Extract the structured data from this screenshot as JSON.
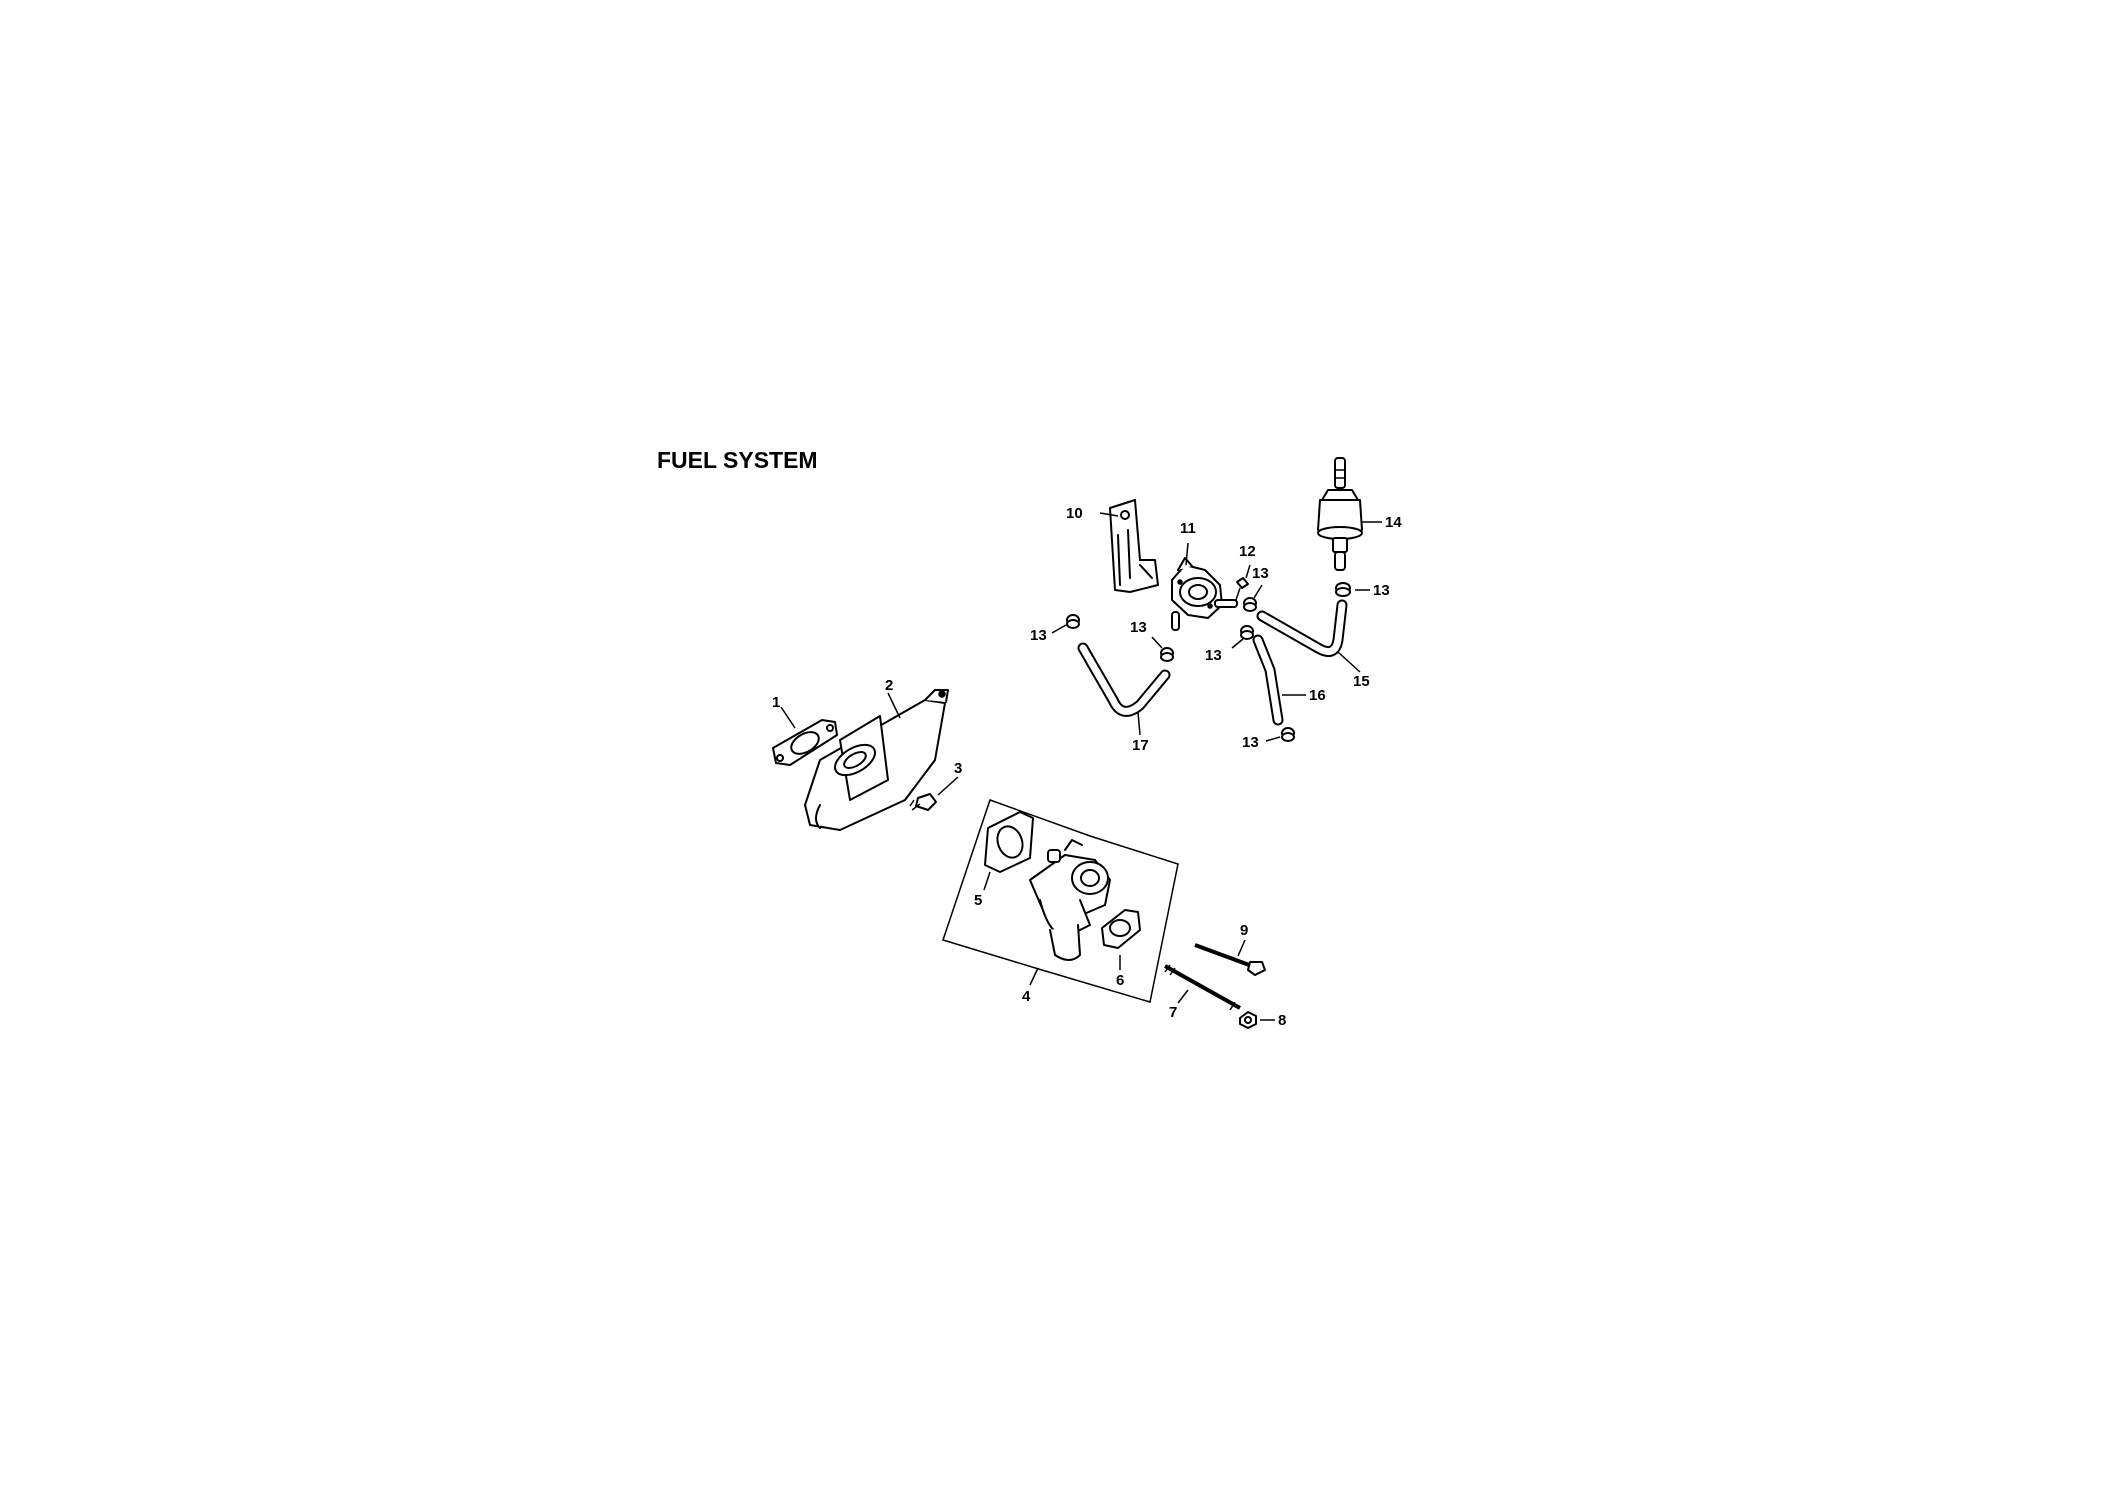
{
  "title": "FUEL SYSTEM",
  "callouts": {
    "c1": "1",
    "c2": "2",
    "c3": "3",
    "c4": "4",
    "c5": "5",
    "c6": "6",
    "c7": "7",
    "c8": "8",
    "c9": "9",
    "c10": "10",
    "c11": "11",
    "c12": "12",
    "c13a": "13",
    "c13b": "13",
    "c13c": "13",
    "c13d": "13",
    "c13e": "13",
    "c13f": "13",
    "c14": "14",
    "c15": "15",
    "c16": "16",
    "c17": "17"
  }
}
